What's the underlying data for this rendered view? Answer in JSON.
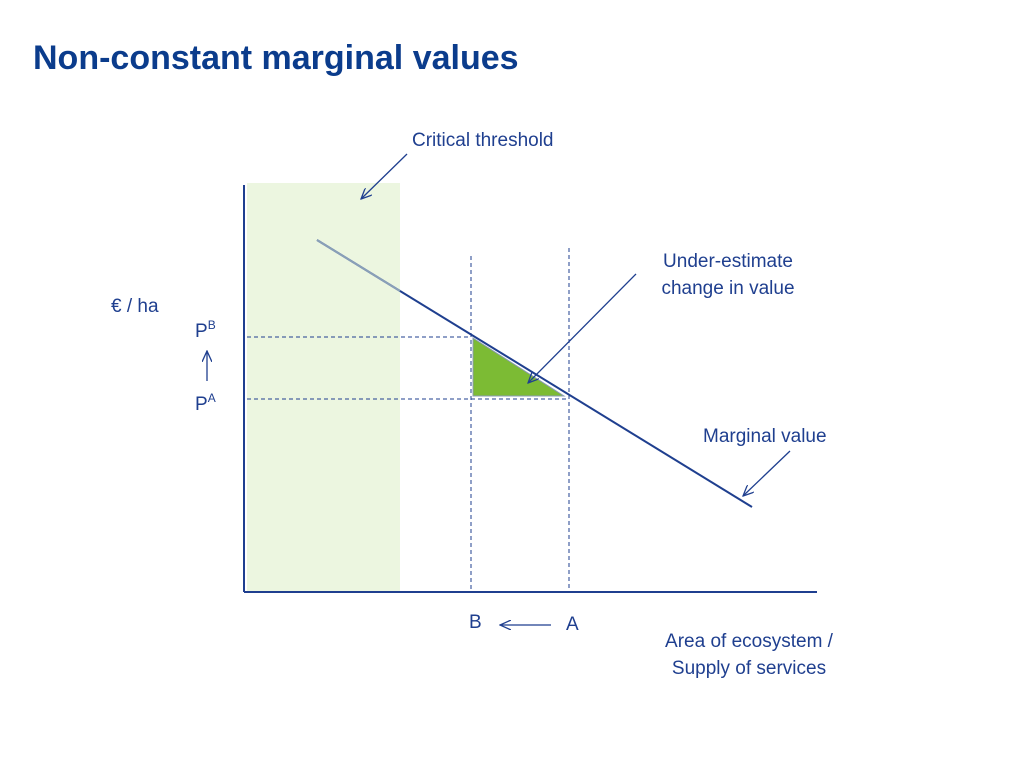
{
  "title": "Non-constant marginal values",
  "labels": {
    "critical_threshold": "Critical threshold",
    "underestimate_line1": "Under-estimate",
    "underestimate_line2": "change in value",
    "marginal_value": "Marginal value",
    "y_axis": "€ / ha",
    "price_b_main": "P",
    "price_b_sup": "B",
    "price_a_main": "P",
    "price_a_sup": "A",
    "point_b": "B",
    "point_a": "A",
    "x_axis_line1": "Area of ecosystem /",
    "x_axis_line2": "Supply of services"
  },
  "colors": {
    "title": "#0b3c8c",
    "line": "#1f3f8f",
    "threshold_zone": "#ecf6e0",
    "triangle": "#7cbb34"
  }
}
